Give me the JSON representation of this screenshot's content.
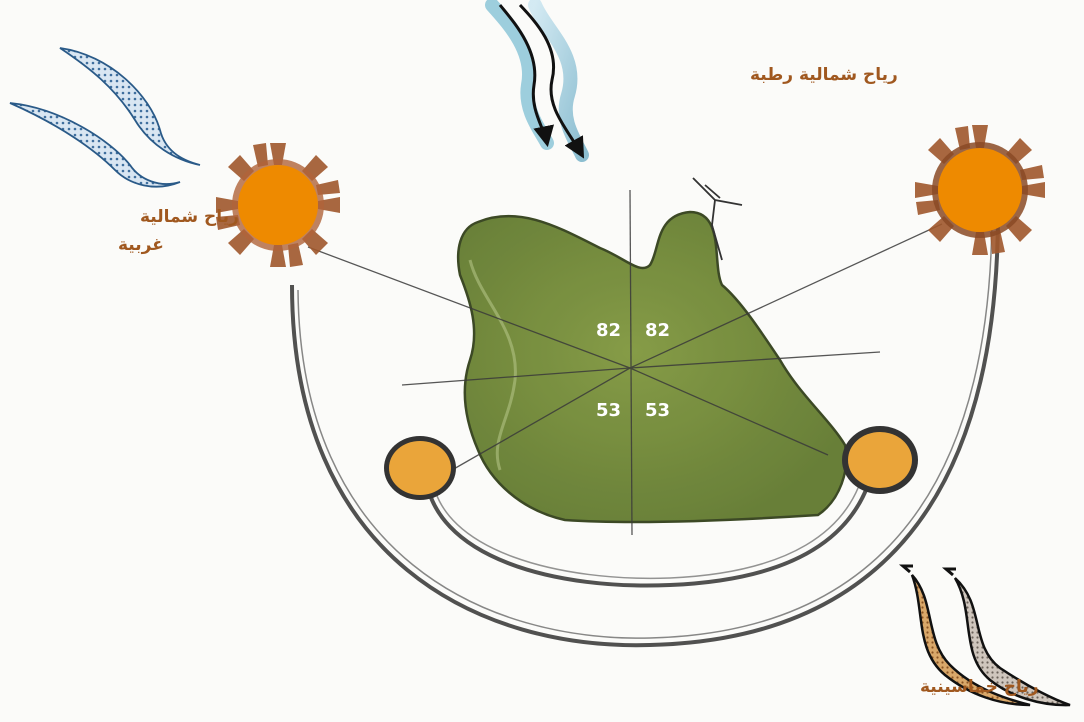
{
  "labels": {
    "north_humid": "رياح شمالية رطبة",
    "northwest_line1": "رياح شمالية",
    "northwest_line2": "غربية",
    "khamasin": "رياح خماسينية"
  },
  "angles": {
    "top_left": "82",
    "top_right": "82",
    "bottom_left": "53",
    "bottom_right": "53"
  },
  "colors": {
    "label_text": "#a0581f",
    "site": "#5f7a2a",
    "sun_big": "#ee8a00",
    "sun_small": "#eaa53a",
    "sun_rays": "#a0582c",
    "nw_wind": "#7fa6c8",
    "north_wind": "#8cc6d8",
    "khamasin_wind": "#c88a4a"
  },
  "icons": {
    "northwest_wind": "northwest-wind-arrows-icon",
    "north_wind": "north-wind-arrows-icon",
    "khamasin_wind": "khamasin-wind-arrows-icon",
    "sun": "sun-icon",
    "north": "north-arrow-icon"
  }
}
